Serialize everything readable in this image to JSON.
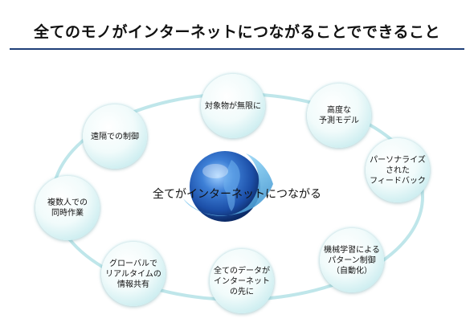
{
  "title": "全てのモノがインターネットにつながることでできること",
  "center": {
    "label": "全てがインターネットにつながる",
    "icon": "globe-icon"
  },
  "nodes": [
    {
      "label": "対象物が無限に"
    },
    {
      "label": "高度な\n予測モデル"
    },
    {
      "label": "パーソナライズされた\nフィードバック"
    },
    {
      "label": "機械学習による\nパターン制御（自動化）"
    },
    {
      "label": "全てのデータが\nインターネットの先に"
    },
    {
      "label": "グローバルで\nリアルタイムの情報共有"
    },
    {
      "label": "複数人での\n同時作業"
    },
    {
      "label": "遠隔での制御"
    }
  ],
  "colors": {
    "title_rule": "#1f3f78",
    "node_fill": "#e8f8f8",
    "node_edge": "#a7dde2",
    "ring": "#bfe6ea",
    "globe": "#1c4fa8"
  }
}
